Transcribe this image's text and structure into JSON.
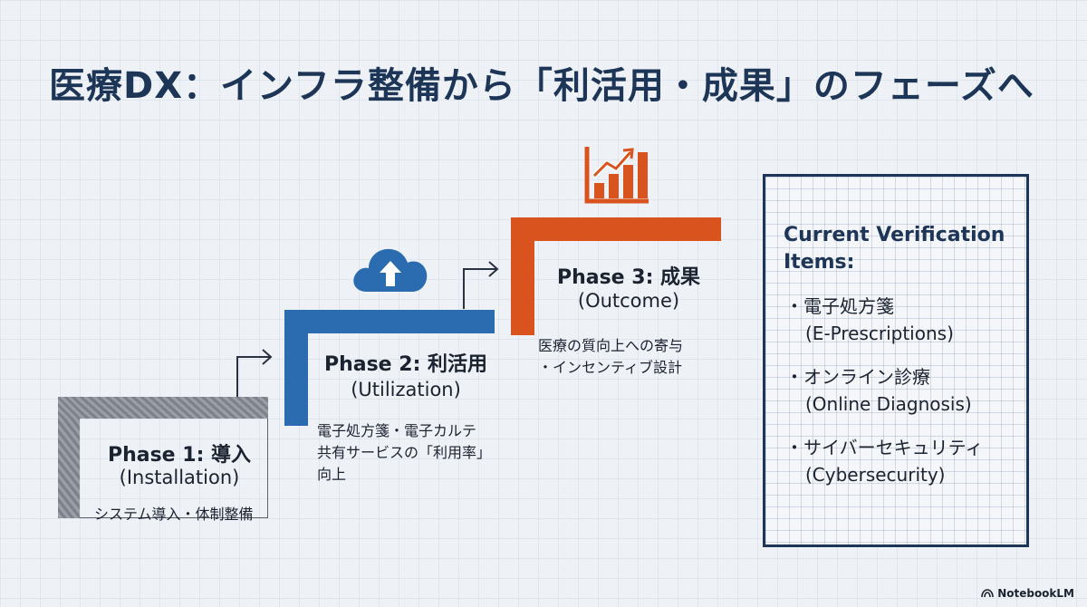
{
  "title": "医療DX：インフラ整備から「利活用・成果」のフェーズへ",
  "phases": [
    {
      "label": "Phase 1: 導入",
      "sub": "(Installation)",
      "desc": [
        "システム導入・体制整備"
      ],
      "color": "#8b8f96"
    },
    {
      "label": "Phase 2: 利活用",
      "sub": "(Utilization)",
      "desc": [
        "電子処方箋・電子カルテ",
        "共有サービスの「利用率」",
        "向上"
      ],
      "color": "#2b6cb0",
      "icon": "cloud-upload-icon"
    },
    {
      "label": "Phase 3: 成果",
      "sub": "(Outcome)",
      "desc": [
        "医療の質向上への寄与",
        "・インセンティブ設計"
      ],
      "color": "#d9531e",
      "icon": "bar-chart-growth-icon"
    }
  ],
  "panel": {
    "title": "Current Verification Items:",
    "items": [
      {
        "ja": "・電子処方箋",
        "en": "(E-Prescriptions)"
      },
      {
        "ja": "・オンライン診療",
        "en": "(Online Diagnosis)"
      },
      {
        "ja": "・サイバーセキュリティ",
        "en": "(Cybersecurity)"
      }
    ]
  },
  "logo": {
    "text": "NotebookLM",
    "icon": "notebooklm-logo-icon"
  }
}
